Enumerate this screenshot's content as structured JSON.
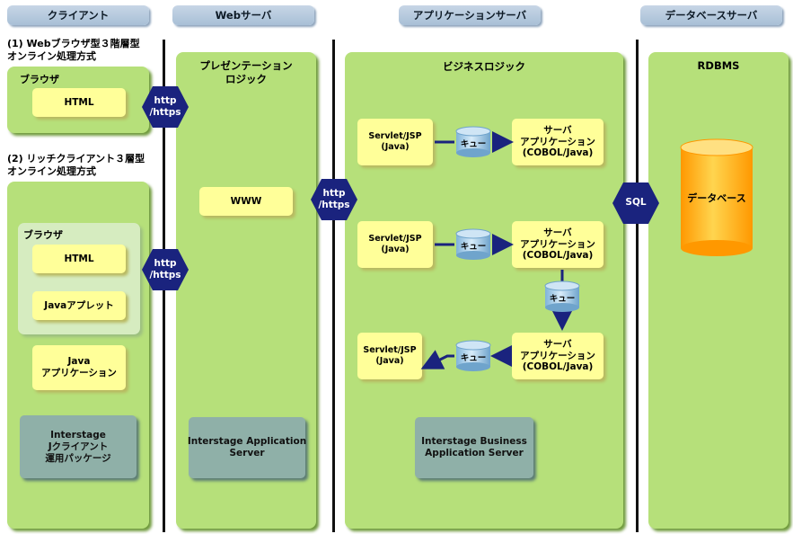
{
  "headers": {
    "client": "クライアント",
    "web": "Webサーバ",
    "app": "アプリケーションサーバ",
    "db": "データベースサーバ"
  },
  "client": {
    "section1_title": "(1) Webブラウザ型３階層型\nオンライン処理方式",
    "s1_browser": "ブラウザ",
    "s1_html": "HTML",
    "section2_title": "(2) リッチクライアント３層型\nオンライン処理方式",
    "s2_browser": "ブラウザ",
    "s2_html": "HTML",
    "s2_applet": "Javaアプレット",
    "java_app": "Java\nアプリケーション",
    "interstage_j": "Interstage\nJクライアント\n運用パッケージ"
  },
  "web": {
    "title": "プレゼンテーション\nロジック",
    "www": "WWW",
    "product": "Interstage Application\nServer"
  },
  "app": {
    "title": "ビジネスロジック",
    "servlet1": "Servlet/JSP\n(Java)",
    "servlet2": "Servlet/JSP\n(Java)",
    "servlet3": "Servlet/JSP\n(Java)",
    "queue1": "キュー",
    "queue2": "キュー",
    "queue3": "キュー",
    "queue4": "キュー",
    "sapp1": "サーバ\nアプリケーション\n(COBOL/Java)",
    "sapp2": "サーバ\nアプリケーション\n(COBOL/Java)",
    "sapp3": "サーバ\nアプリケーション\n(COBOL/Java)",
    "product": "Interstage Business\nApplication Server"
  },
  "db": {
    "title": "RDBMS",
    "database": "データベース"
  },
  "connectors": {
    "http1": "http\n/https",
    "http2": "http\n/https",
    "http3": "http\n/https",
    "sql": "SQL"
  },
  "colors": {
    "column_green": "#b6e07a",
    "box_yellow": "#ffff99",
    "product_gray_green": "#8fb0a8",
    "connector_navy": "#1a237e",
    "header_blue": "#b6cadf",
    "database_orange": "#ffb300"
  }
}
